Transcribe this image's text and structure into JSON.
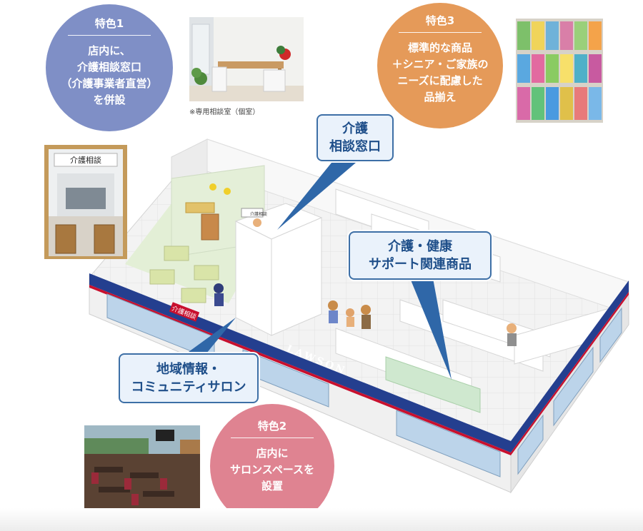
{
  "features": {
    "f1": {
      "title": "特色1",
      "lines": [
        "店内に、",
        "介護相談窓口",
        "（介護事業者直営）",
        "を併設"
      ],
      "color": "#7f8fc6"
    },
    "f2": {
      "title": "特色2",
      "lines": [
        "店内に",
        "サロンスペースを",
        "設置"
      ],
      "color": "#df8391"
    },
    "f3": {
      "title": "特色3",
      "lines": [
        "標準的な商品",
        "＋シニア・ご家族の",
        "ニーズに配慮した",
        "品揃え"
      ],
      "color": "#e59a59"
    }
  },
  "photo_caption": "※専用相談室（個室）",
  "booth_sign": "介護相談",
  "callouts": {
    "consult": [
      "介護",
      "相談窓口"
    ],
    "products": [
      "介護・健康",
      "サポート関連商品"
    ],
    "salon": [
      "地域情報・",
      "コミュニティサロン"
    ]
  },
  "store": {
    "brand": "LAWSON",
    "window_sign": "介護相談",
    "desk_sign": "介護相談"
  },
  "colors": {
    "callout_border": "#3d6fa6",
    "callout_fill": "#eaf2fb",
    "lawson_blue": "#243f8f",
    "lawson_red": "#c8102e"
  }
}
